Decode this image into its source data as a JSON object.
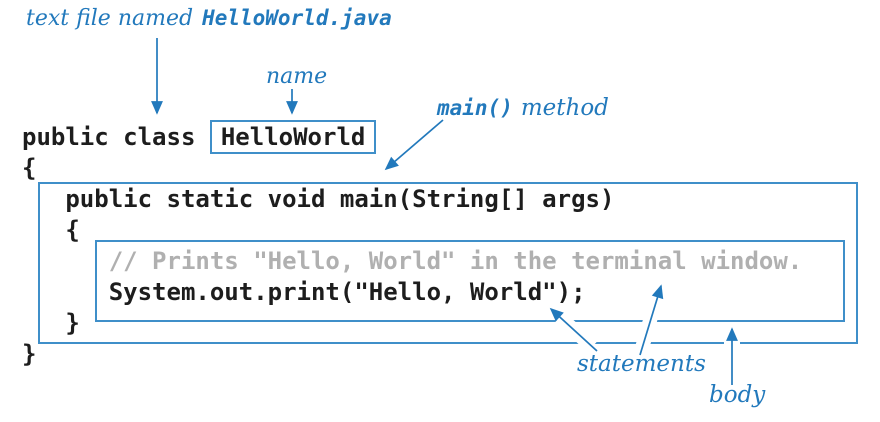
{
  "diagram": {
    "file_label": {
      "text": "text file named",
      "filename": "HelloWorld.java"
    },
    "name_label": "name",
    "main_label": {
      "mono": "main()",
      "text": "method"
    },
    "statements_label": "statements",
    "body_label": "body",
    "code": {
      "class_decl_prefix": "public class ",
      "class_name": "HelloWorld",
      "open_brace": "{",
      "main_signature": "   public static void main(String[] args)",
      "main_open_brace": "   {",
      "comment": "      // Prints \"Hello, World\" in the terminal window.",
      "print_statement": "      System.out.print(\"Hello, World\");",
      "main_close_brace": "   }",
      "close_brace": "}"
    },
    "colors": {
      "accent_blue": "#2279bc",
      "box_border_blue": "#3f8fc9",
      "code_color": "#1d1d1d",
      "comment_gray": "#b0b0b0"
    }
  }
}
